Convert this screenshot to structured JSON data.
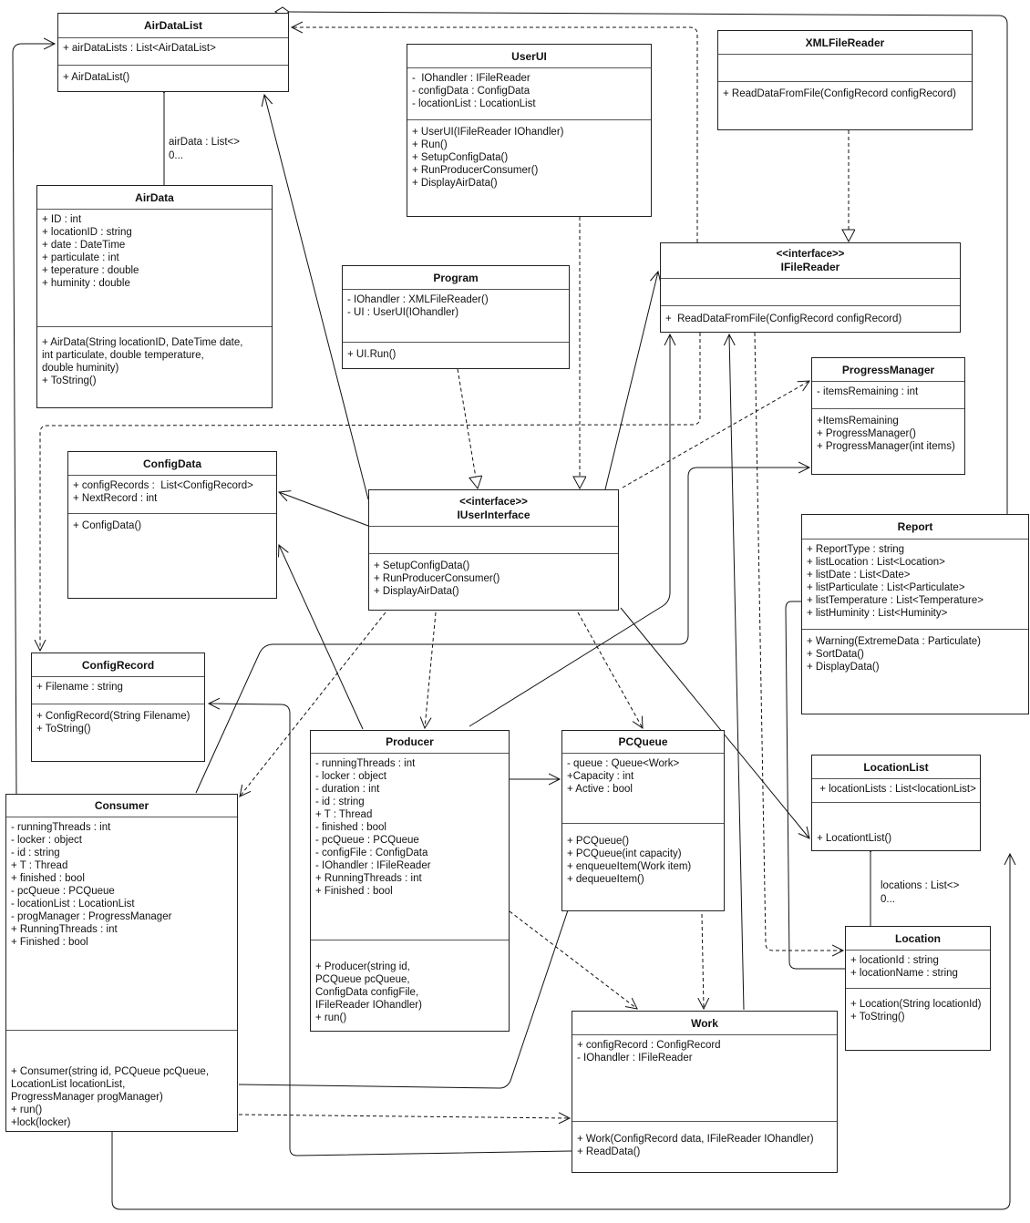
{
  "diagram": {
    "classes": {
      "AirDataList": {
        "name": "AirDataList",
        "attributes": [
          "+ airDataLists : List<AirDataList>"
        ],
        "methods": [
          "+ AirDataList()"
        ]
      },
      "AirData": {
        "name": "AirData",
        "attributes": [
          "+ ID : int",
          "+ locationID : string",
          "+ date : DateTime",
          "+ particulate : int",
          "+ teperature : double",
          "+ huminity : double"
        ],
        "methods": [
          "+ AirData(String locationID, DateTime date,",
          "int particulate, double temperature,",
          "double huminity)",
          "+ ToString()"
        ]
      },
      "UserUI": {
        "name": "UserUI",
        "attributes": [
          "-  IOhandler : IFileReader",
          "- configData : ConfigData",
          "- locationList : LocationList"
        ],
        "methods": [
          "+ UserUI(IFileReader IOhandler)",
          "+ Run()",
          "+ SetupConfigData()",
          "+ RunProducerConsumer()",
          "+ DisplayAirData()"
        ]
      },
      "XMLFileReader": {
        "name": "XMLFileReader",
        "attributes": [],
        "methods": [
          "+ ReadDataFromFile(ConfigRecord configRecord)"
        ]
      },
      "IFileReader": {
        "stereotype": "<<interface>>",
        "name": "IFileReader",
        "attributes": [],
        "methods": [
          "+  ReadDataFromFile(ConfigRecord configRecord)"
        ]
      },
      "Program": {
        "name": "Program",
        "attributes": [
          "- IOhandler : XMLFileReader()",
          "- UI : UserUI(IOhandler)"
        ],
        "methods": [
          "+ UI.Run()"
        ]
      },
      "ProgressManager": {
        "name": "ProgressManager",
        "attributes": [
          "- itemsRemaining : int"
        ],
        "methods": [
          "+ItemsRemaining",
          "+ ProgressManager()",
          "+ ProgressManager(int items)"
        ]
      },
      "ConfigData": {
        "name": "ConfigData",
        "attributes": [
          "+ configRecords :  List<ConfigRecord>",
          "+ NextRecord : int"
        ],
        "methods": [
          "+ ConfigData()"
        ]
      },
      "IUserInterface": {
        "stereotype": "<<interface>>",
        "name": "IUserInterface",
        "attributes": [],
        "methods": [
          "+ SetupConfigData()",
          "+ RunProducerConsumer()",
          "+ DisplayAirData()"
        ]
      },
      "Report": {
        "name": "Report",
        "attributes": [
          "+ ReportType : string",
          "+ listLocation : List<Location>",
          "+ listDate : List<Date>",
          "+ listParticulate : List<Particulate>",
          "+ listTemperature : List<Temperature>",
          "+ listHuminity : List<Huminity>"
        ],
        "methods": [
          "+ Warning(ExtremeData : Particulate)",
          "+ SortData()",
          "+ DisplayData()"
        ]
      },
      "ConfigRecord": {
        "name": "ConfigRecord",
        "attributes": [
          "+ Filename : string"
        ],
        "methods": [
          "+ ConfigRecord(String Filename)",
          "+ ToString()"
        ]
      },
      "Producer": {
        "name": "Producer",
        "attributes": [
          "- runningThreads : int",
          "- locker : object",
          "- duration : int",
          "- id : string",
          "+ T : Thread",
          "- finished : bool",
          "- pcQueue : PCQueue",
          "- configFile : ConfigData",
          "- IOhandler : IFileReader",
          "+ RunningThreads : int",
          "+ Finished : bool"
        ],
        "methods": [
          "+ Producer(string id,",
          "PCQueue pcQueue,",
          "ConfigData configFile,",
          "IFileReader IOhandler)",
          "+ run()"
        ]
      },
      "PCQueue": {
        "name": "PCQueue",
        "attributes": [
          "- queue : Queue<Work>",
          "+Capacity : int",
          "+ Active : bool"
        ],
        "methods": [
          "+ PCQueue()",
          "+ PCQueue(int capacity)",
          "+ enqueueItem(Work item)",
          "+ dequeueItem()"
        ]
      },
      "LocationList": {
        "name": "LocationList",
        "attributes": [
          " + locationLists : List<locationList>"
        ],
        "methods": [
          "+ LocationtList()"
        ]
      },
      "Consumer": {
        "name": "Consumer",
        "attributes": [
          "- runningThreads : int",
          "- locker : object",
          "- id : string",
          "+ T : Thread",
          "+ finished : bool",
          "- pcQueue : PCQueue",
          "- locationList : LocationList",
          "- progManager : ProgressManager",
          "+ RunningThreads : int",
          "+ Finished : bool"
        ],
        "methods": [
          "+ Consumer(string id, PCQueue pcQueue,",
          "LocationList locationList,",
          "ProgressManager progManager)",
          "+ run()",
          "+lock(locker)"
        ]
      },
      "Location": {
        "name": "Location",
        "attributes": [
          "+ locationId : string",
          "+ locationName : string"
        ],
        "methods": [
          "+ Location(String locationId)",
          "+ ToString()"
        ]
      },
      "Work": {
        "name": "Work",
        "attributes": [
          "+ configRecord : ConfigRecord",
          "- IOhandler : IFileReader"
        ],
        "methods": [
          "+ Work(ConfigRecord data, IFileReader IOhandler)",
          "+ ReadData()"
        ]
      }
    },
    "labels": {
      "airData_role": "airData : List<>",
      "airData_mult": "0...",
      "locations_role": "locations : List<>",
      "locations_mult": "0..."
    }
  }
}
